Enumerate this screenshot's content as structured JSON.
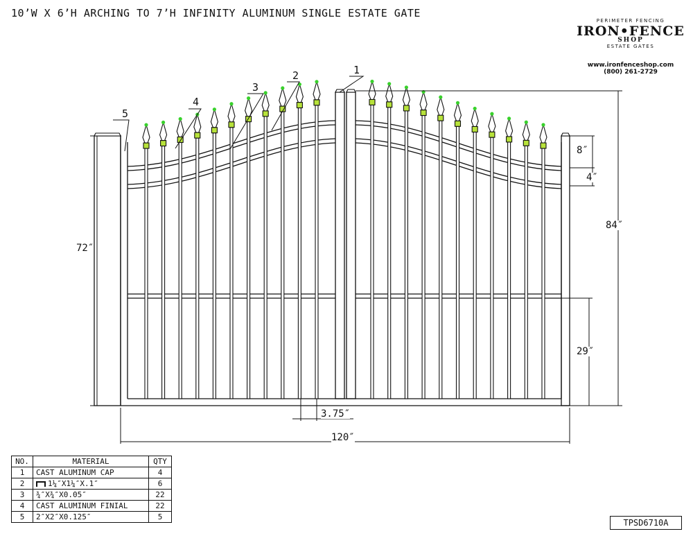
{
  "title": "10’W X 6’H ARCHING TO 7’H INFINITY ALUMINUM SINGLE ESTATE GATE",
  "logo": {
    "tagline_top": "PERIMETER FENCING",
    "brand": "IRON•FENCE",
    "brand_sub": "SHOP",
    "tagline_bottom": "ESTATE GATES",
    "website": "www.ironfenceshop.com",
    "phone": "(800) 261-2729"
  },
  "dimensions": {
    "post_height": "72″",
    "overall_height": "84″",
    "arch_offset_top": "8″",
    "rail_spacing": "4″",
    "bottom_section": "29″",
    "picket_spacing": "3.75″",
    "overall_width": "120″"
  },
  "callouts": [
    "1",
    "2",
    "3",
    "4",
    "5"
  ],
  "bom": {
    "headers": {
      "no": "NO.",
      "material": "MATERIAL",
      "qty": "QTY"
    },
    "rows": [
      {
        "no": "1",
        "material": "CAST ALUMINUM CAP",
        "qty": "4"
      },
      {
        "no": "2",
        "material": "1¼″X1¼″X.1″",
        "qty": "6"
      },
      {
        "no": "3",
        "material": "¾″X¾″X0.05″",
        "qty": "22"
      },
      {
        "no": "4",
        "material": "CAST ALUMINUM FINIAL",
        "qty": "22"
      },
      {
        "no": "5",
        "material": "2″X2″X0.125″",
        "qty": "5"
      }
    ]
  },
  "part_number": "TPSD6710A",
  "colors": {
    "line": "#111111",
    "finial_tip": "#39d12c",
    "finial_collar": "#b7e23a"
  }
}
